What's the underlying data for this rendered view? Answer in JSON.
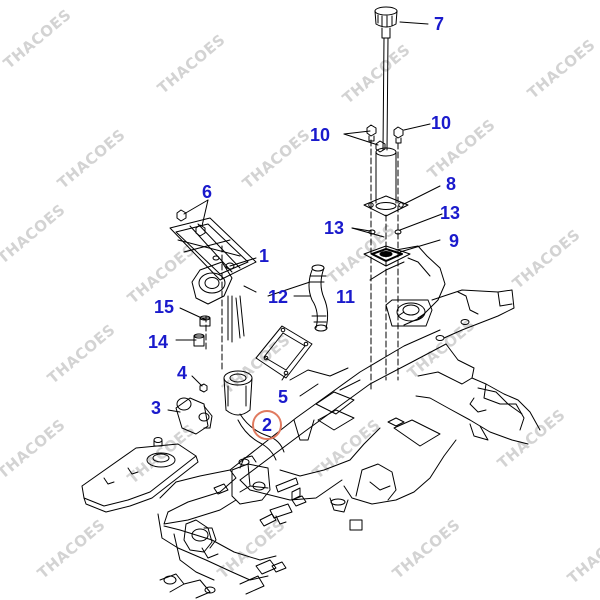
{
  "watermark": "THACOES",
  "colors": {
    "callout": "#1a1acc",
    "highlight_circle": "#e07a5f",
    "line": "#000000",
    "watermark": "#d3d3d3"
  },
  "callouts": {
    "c1": "1",
    "c2": "2",
    "c3": "3",
    "c4": "4",
    "c5": "5",
    "c6": "6",
    "c7": "7",
    "c8": "8",
    "c9": "9",
    "c10a": "10",
    "c10b": "10",
    "c11": "11",
    "c12": "12",
    "c13a": "13",
    "c13b": "13",
    "c14": "14",
    "c15": "15"
  },
  "highlighted_callout": "2"
}
